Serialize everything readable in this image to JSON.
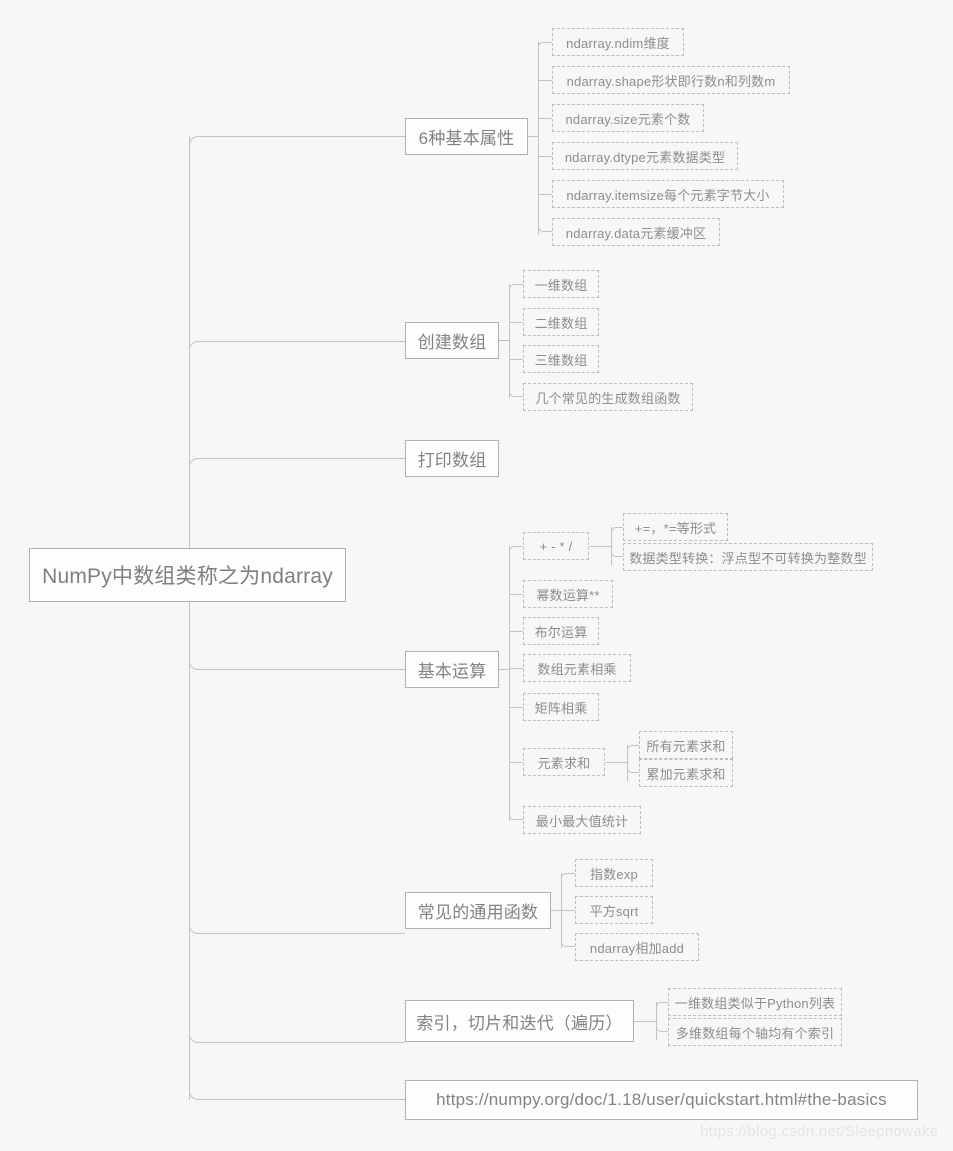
{
  "diagram": {
    "title": "NumPy ndarray mind map",
    "background_color": "#f7f7f7",
    "node_border_color": "#b0b0b0",
    "leaf_border_color": "#bdbdbd",
    "connector_color": "#c3c3c3",
    "text_color": "#8a8a8a"
  },
  "root": {
    "label": "NumPy中数组类称之为ndarray"
  },
  "branches": [
    {
      "label": "6种基本属性",
      "children": [
        {
          "label": "ndarray.ndim维度"
        },
        {
          "label": "ndarray.shape形状即行数n和列数m"
        },
        {
          "label": "ndarray.size元素个数"
        },
        {
          "label": "ndarray.dtype元素数据类型"
        },
        {
          "label": "ndarray.itemsize每个元素字节大小"
        },
        {
          "label": "ndarray.data元素缓冲区"
        }
      ]
    },
    {
      "label": "创建数组",
      "children": [
        {
          "label": "一维数组"
        },
        {
          "label": "二维数组"
        },
        {
          "label": "三维数组"
        },
        {
          "label": "几个常见的生成数组函数"
        }
      ]
    },
    {
      "label": "打印数组",
      "children": []
    },
    {
      "label": "基本运算",
      "children": [
        {
          "label": "+ - * /",
          "children": [
            {
              "label": "+=，*=等形式"
            },
            {
              "label": "数据类型转换：浮点型不可转换为整数型"
            }
          ]
        },
        {
          "label": "幂数运算**"
        },
        {
          "label": "布尔运算"
        },
        {
          "label": "数组元素相乘"
        },
        {
          "label": "矩阵相乘"
        },
        {
          "label": "元素求和",
          "children": [
            {
              "label": "所有元素求和"
            },
            {
              "label": "累加元素求和"
            }
          ]
        },
        {
          "label": "最小最大值统计"
        }
      ]
    },
    {
      "label": "常见的通用函数",
      "children": [
        {
          "label": "指数exp"
        },
        {
          "label": "平方sqrt"
        },
        {
          "label": "ndarray相加add"
        }
      ]
    },
    {
      "label": "索引，切片和迭代（遍历）",
      "children": [
        {
          "label": "一维数组类似于Python列表"
        },
        {
          "label": "多维数组每个轴均有个索引"
        }
      ]
    },
    {
      "label": "https://numpy.org/doc/1.18/user/quickstart.html#the-basics",
      "children": []
    }
  ],
  "watermark": {
    "text": "https://blog.csdn.net/Sleepnowake"
  }
}
